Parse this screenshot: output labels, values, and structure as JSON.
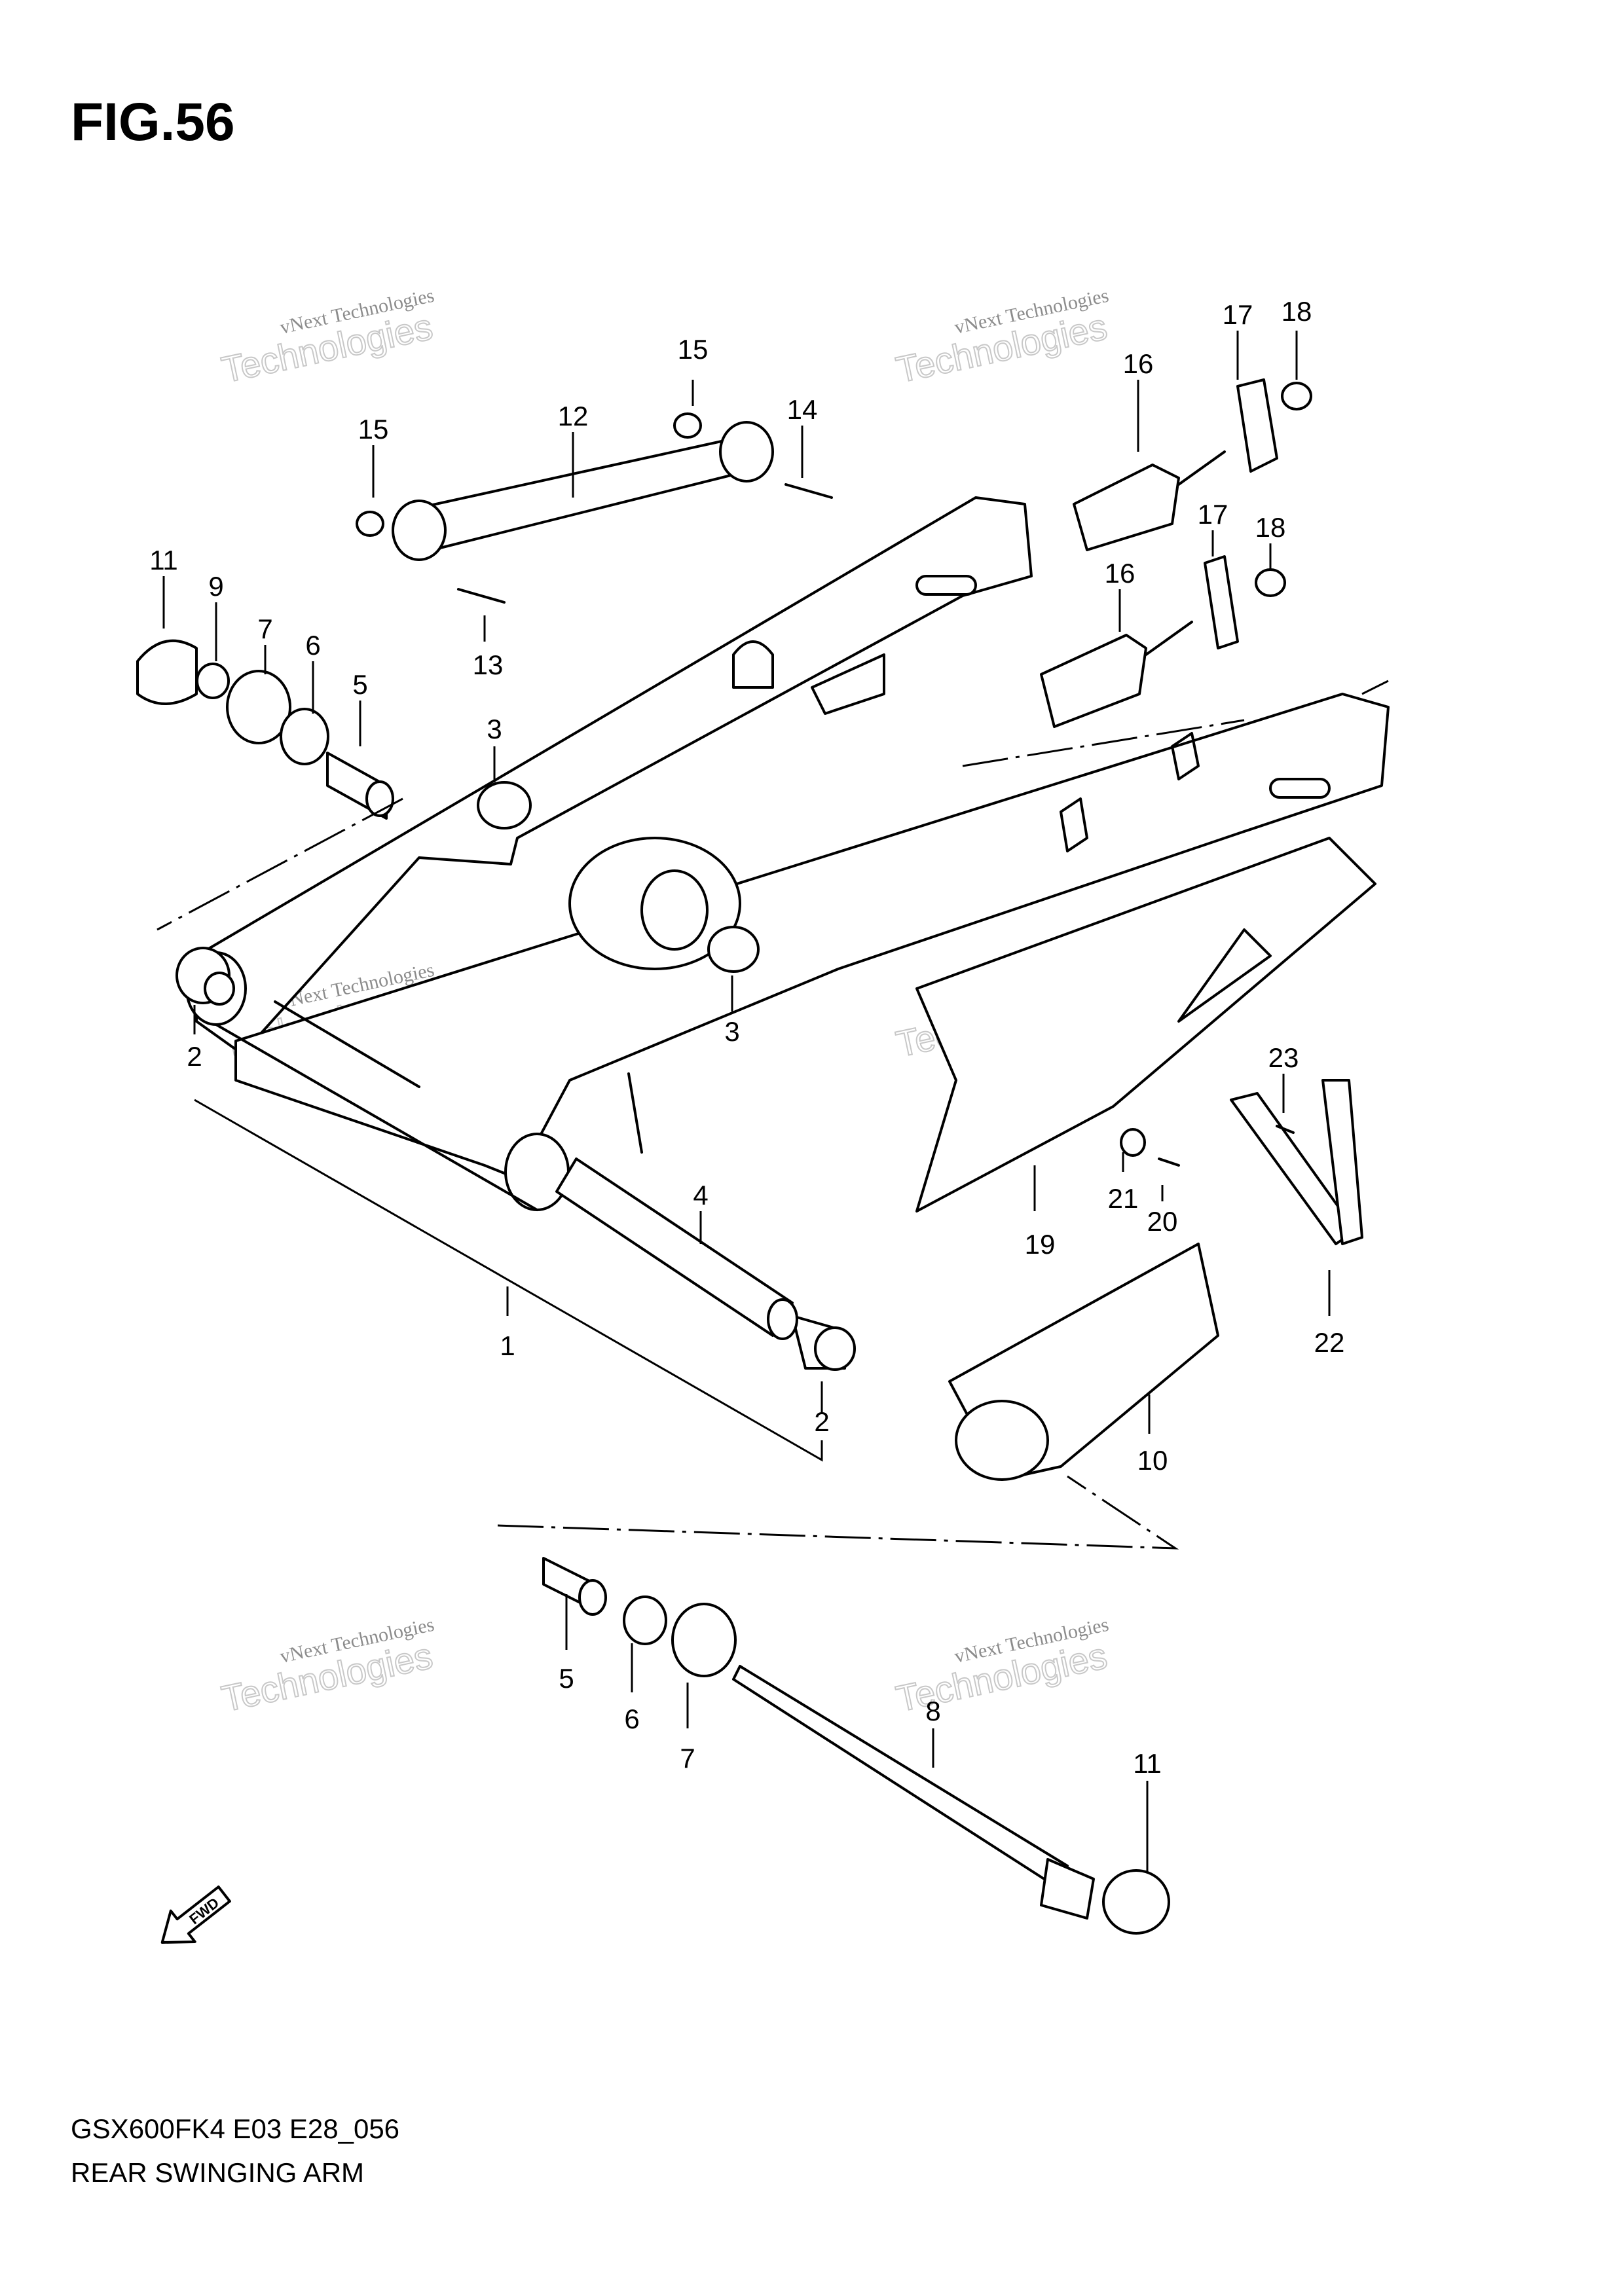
{
  "figure": {
    "title": "FIG.56",
    "model_code": "GSX600FK4 E03 E28_056",
    "section_name": "REAR SWINGING ARM"
  },
  "watermark": {
    "line1": "vNext Technologies",
    "line2": "vNext",
    "line3": "Technologies"
  },
  "fwd_label": "FWD",
  "callouts": [
    "1",
    "2",
    "2",
    "3",
    "3",
    "4",
    "5",
    "5",
    "6",
    "6",
    "7",
    "7",
    "8",
    "9",
    "10",
    "11",
    "11",
    "12",
    "13",
    "14",
    "15",
    "15",
    "16",
    "16",
    "17",
    "17",
    "18",
    "18",
    "19",
    "20",
    "21",
    "22",
    "23"
  ]
}
